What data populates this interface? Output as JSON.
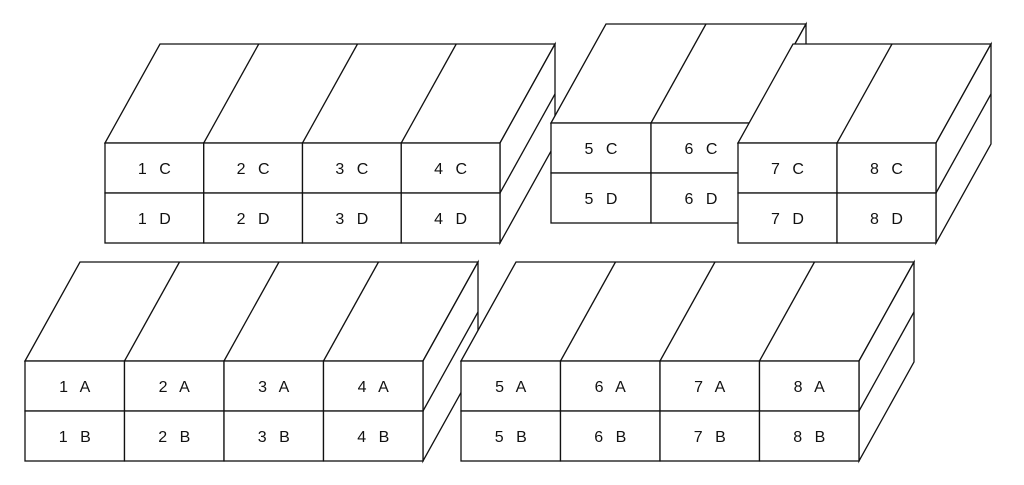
{
  "colors": {
    "line": "#111111",
    "background": "#ffffff"
  },
  "blocks": [
    {
      "id": "back-left",
      "rows": [
        [
          "1 C",
          "2 C",
          "3 C",
          "4 C"
        ],
        [
          "1 D",
          "2 D",
          "3 D",
          "4 D"
        ]
      ]
    },
    {
      "id": "back-mid",
      "rows": [
        [
          "5 C",
          "6 C"
        ],
        [
          "5 D",
          "6 D"
        ]
      ]
    },
    {
      "id": "back-right",
      "rows": [
        [
          "7 C",
          "8 C"
        ],
        [
          "7 D",
          "8 D"
        ]
      ]
    },
    {
      "id": "front-left",
      "rows": [
        [
          "1 A",
          "2 A",
          "3 A",
          "4 A"
        ],
        [
          "1 B",
          "2 B",
          "3 B",
          "4 B"
        ]
      ]
    },
    {
      "id": "front-right",
      "rows": [
        [
          "5 A",
          "6 A",
          "7 A",
          "8 A"
        ],
        [
          "5 B",
          "6 B",
          "7 B",
          "8 B"
        ]
      ]
    }
  ]
}
